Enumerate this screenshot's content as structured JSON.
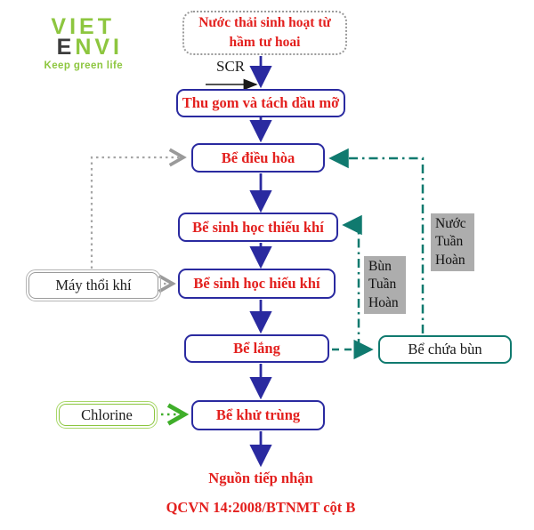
{
  "title": "Wastewater treatment process flowchart",
  "logo": {
    "viet": "VIET",
    "envi_e": "E",
    "envi_nvi": "NVI",
    "tagline": "Keep green life"
  },
  "flow": {
    "source_line1": "Nước thải sinh hoạt từ",
    "source_line2": "hầm tư hoai",
    "scr": "SCR",
    "collect": "Thu gom và tách dầu mỡ",
    "equalization": "Bể điều hòa",
    "anoxic": "Bể sinh học thiếu khí",
    "aerobic": "Bể sinh học hiếu khí",
    "settling": "Bể lắng",
    "disinfection": "Bể khử trùng",
    "outlet": "Nguồn tiếp nhận",
    "standard": "QCVN 14:2008/BTNMT cột B"
  },
  "side": {
    "blower": "Máy thổi khí",
    "chlorine": "Chlorine",
    "sludge_tank": "Bể chứa bùn",
    "water_recirc": {
      "line1": "Nước",
      "line2": "Tuần",
      "line3": "Hoàn"
    },
    "sludge_recirc": {
      "line1": "Bùn",
      "line2": "Tuần",
      "line3": "Hoàn"
    }
  },
  "colors": {
    "flow_blue": "#2A2AA0",
    "text_red": "#E3201E",
    "recirc_teal": "#107A6F",
    "gray_dotted": "#A6A6A6",
    "green_arrow": "#3FAE2A",
    "chlorine_border": "#8CC63F",
    "label_bg": "#ADADAD",
    "logo_green": "#8DC63F"
  }
}
